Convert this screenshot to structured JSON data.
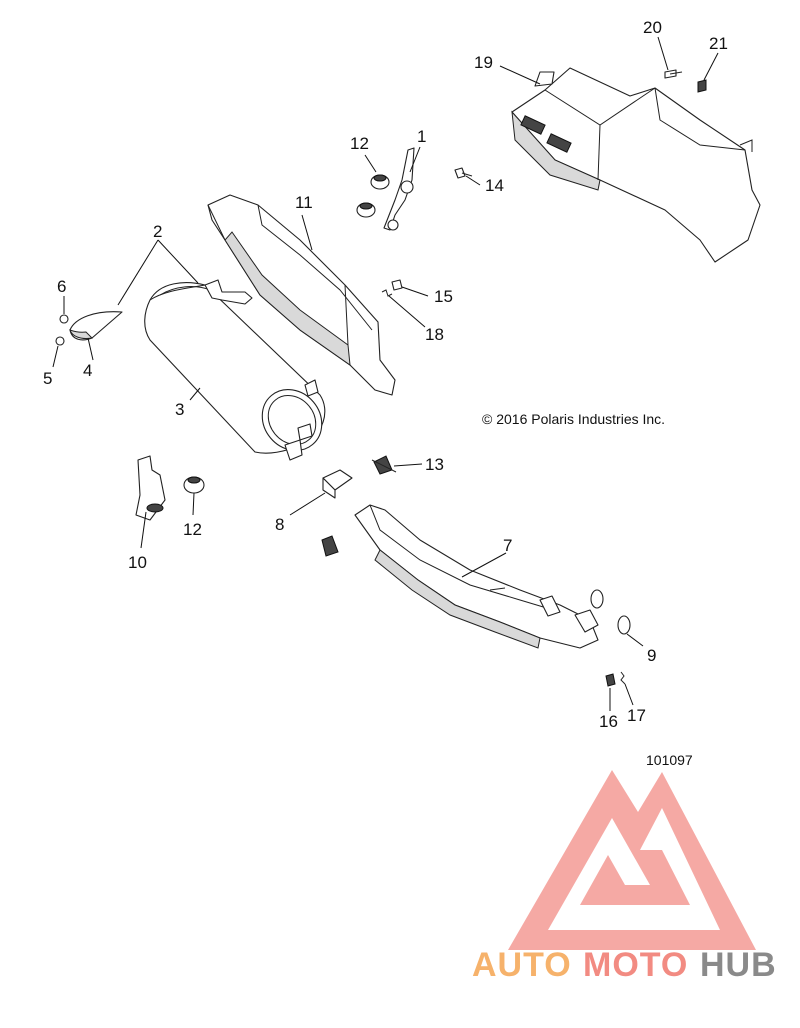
{
  "copyright": "© 2016 Polaris Industries Inc.",
  "figure_number": "101097",
  "callouts": {
    "c1": "1",
    "c2": "2",
    "c3": "3",
    "c4": "4",
    "c5": "5",
    "c6": "6",
    "c7": "7",
    "c8": "8",
    "c9": "9",
    "c10": "10",
    "c11": "11",
    "c12a": "12",
    "c12b": "12",
    "c13": "13",
    "c14": "14",
    "c15": "15",
    "c16": "16",
    "c17": "17",
    "c18": "18",
    "c19": "19",
    "c20": "20",
    "c21": "21"
  },
  "watermark": {
    "auto": "AUTO",
    "moto": "MOTO",
    "hub": "HUB",
    "colors": {
      "triangle": "#f4a09a",
      "auto": "#f6b26b",
      "moto": "#f28b82",
      "hub": "#8a8a8a"
    }
  }
}
